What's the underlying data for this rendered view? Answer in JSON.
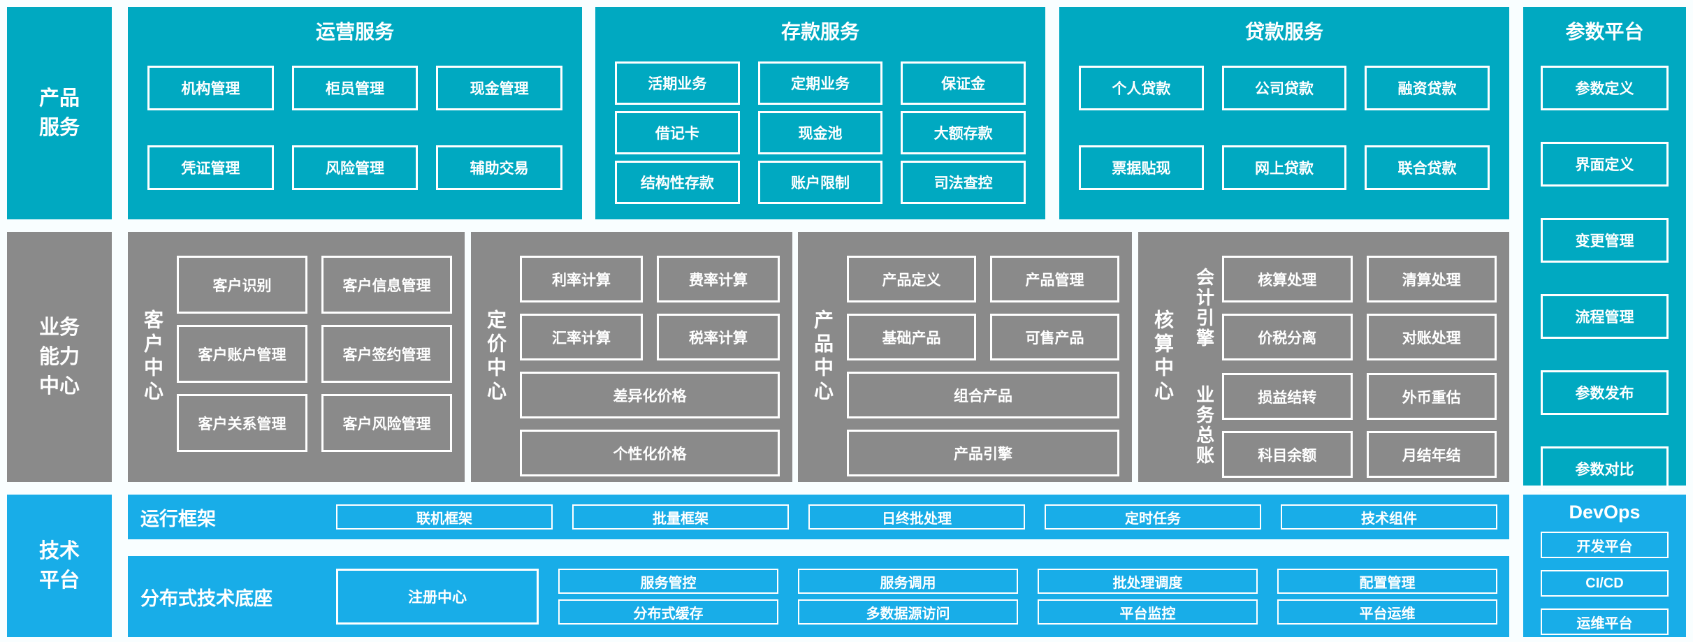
{
  "colors": {
    "teal": "#00a9c1",
    "gray": "#8a8a8a",
    "blue": "#18ade8",
    "bg": "#f9feff",
    "box_text": "#ffffff"
  },
  "rails": {
    "product": "产品服务",
    "business": "业务能力中心",
    "tech": "技术平台"
  },
  "top_sections": [
    {
      "title": "运营服务",
      "items": [
        "机构管理",
        "柜员管理",
        "现金管理",
        "凭证管理",
        "风险管理",
        "辅助交易"
      ]
    },
    {
      "title": "存款服务",
      "items": [
        "活期业务",
        "定期业务",
        "保证金",
        "借记卡",
        "现金池",
        "大额存款",
        "结构性存款",
        "账户限制",
        "司法查控"
      ]
    },
    {
      "title": "贷款服务",
      "items": [
        "个人贷款",
        "公司贷款",
        "融资贷款",
        "票据贴现",
        "网上贷款",
        "联合贷款"
      ]
    }
  ],
  "param_platform": {
    "title": "参数平台",
    "items": [
      "参数定义",
      "界面定义",
      "变更管理",
      "流程管理",
      "参数发布",
      "参数对比"
    ]
  },
  "centers": [
    {
      "label": "客户中心",
      "items": [
        "客户识别",
        "客户信息管理",
        "客户账户管理",
        "客户签约管理",
        "客户关系管理",
        "客户风险管理"
      ]
    },
    {
      "label": "定价中心",
      "items": [
        "利率计算",
        "费率计算",
        "汇率计算",
        "税率计算"
      ],
      "wide": [
        "差异化价格",
        "个性化价格"
      ]
    },
    {
      "label": "产品中心",
      "items": [
        "产品定义",
        "产品管理",
        "基础产品",
        "可售产品"
      ],
      "wide": [
        "组合产品",
        "产品引擎"
      ]
    },
    {
      "label": "核算中心",
      "groups": [
        {
          "label": "会计引擎",
          "items": [
            "核算处理",
            "清算处理",
            "价税分离",
            "对账处理"
          ]
        },
        {
          "label": "业务总账",
          "items": [
            "损益结转",
            "外币重估",
            "科目余额",
            "月结年结"
          ]
        }
      ]
    }
  ],
  "runtime_framework": {
    "label": "运行框架",
    "items": [
      "联机框架",
      "批量框架",
      "日终批处理",
      "定时任务",
      "技术组件"
    ]
  },
  "distributed_base": {
    "label": "分布式技术底座",
    "registry": "注册中心",
    "columns": [
      [
        "服务管控",
        "分布式缓存"
      ],
      [
        "服务调用",
        "多数据源访问"
      ],
      [
        "批处理调度",
        "平台监控"
      ],
      [
        "配置管理",
        "平台运维"
      ]
    ]
  },
  "devops": {
    "title": "DevOps",
    "items": [
      "开发平台",
      "CI/CD",
      "运维平台"
    ]
  }
}
